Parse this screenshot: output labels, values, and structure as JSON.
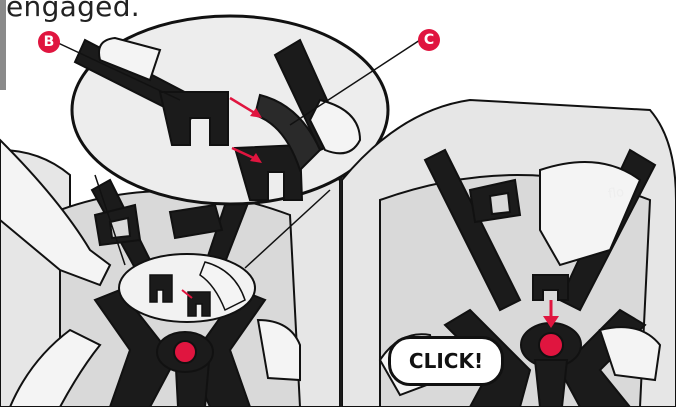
{
  "caption": "engaged.",
  "callouts": {
    "b": "B",
    "c": "C"
  },
  "click_label": "CLICK!",
  "brand": "flo",
  "colors": {
    "accent": "#e0153f",
    "strap": "#1b1b1b",
    "padding": "#d7d7d7",
    "outline": "#111111"
  }
}
